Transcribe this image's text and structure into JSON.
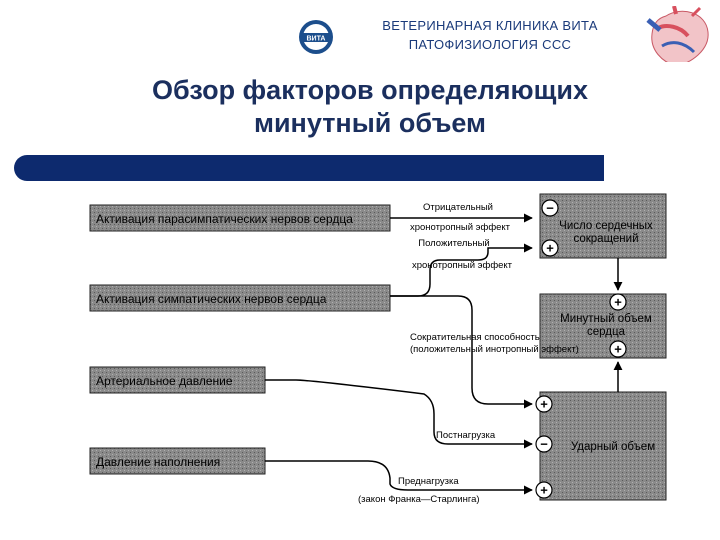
{
  "header": {
    "clinic_line1": "ВЕТЕРИНАРНАЯ КЛИНИКА ВИТА",
    "clinic_line2": "ПАТОФИЗИОЛОГИЯ ССС",
    "logo_text": "ВИТА"
  },
  "title": {
    "line1": "Обзор факторов определяющих",
    "line2": "минутный объем"
  },
  "diagram": {
    "inputs": {
      "parasympathetic": "Активация парасимпатических нервов сердца",
      "sympathetic": "Активация симпатических нервов сердца",
      "arterial_pressure": "Артериальное давление",
      "filling_pressure": "Давление наполнения"
    },
    "edges": {
      "neg_chrono_1": "Отрицательный",
      "neg_chrono_2": "хронотропный эффект",
      "pos_chrono_1": "Положительный",
      "pos_chrono_2": "хронотропный эффект",
      "contractility_1": "Сократительная способность",
      "contractility_2": "(положительный инотропный эффект)",
      "afterload": "Постнагрузка",
      "preload": "Преднагрузка",
      "frank_starling": "(закон Франка—Старлинга)"
    },
    "outputs": {
      "heart_rate_1": "Число сердечных",
      "heart_rate_2": "сокращений",
      "cardiac_output_1": "Минутный объем",
      "cardiac_output_2": "сердца",
      "stroke_volume": "Ударный объем"
    },
    "signs": {
      "plus": "+",
      "minus": "−"
    }
  }
}
